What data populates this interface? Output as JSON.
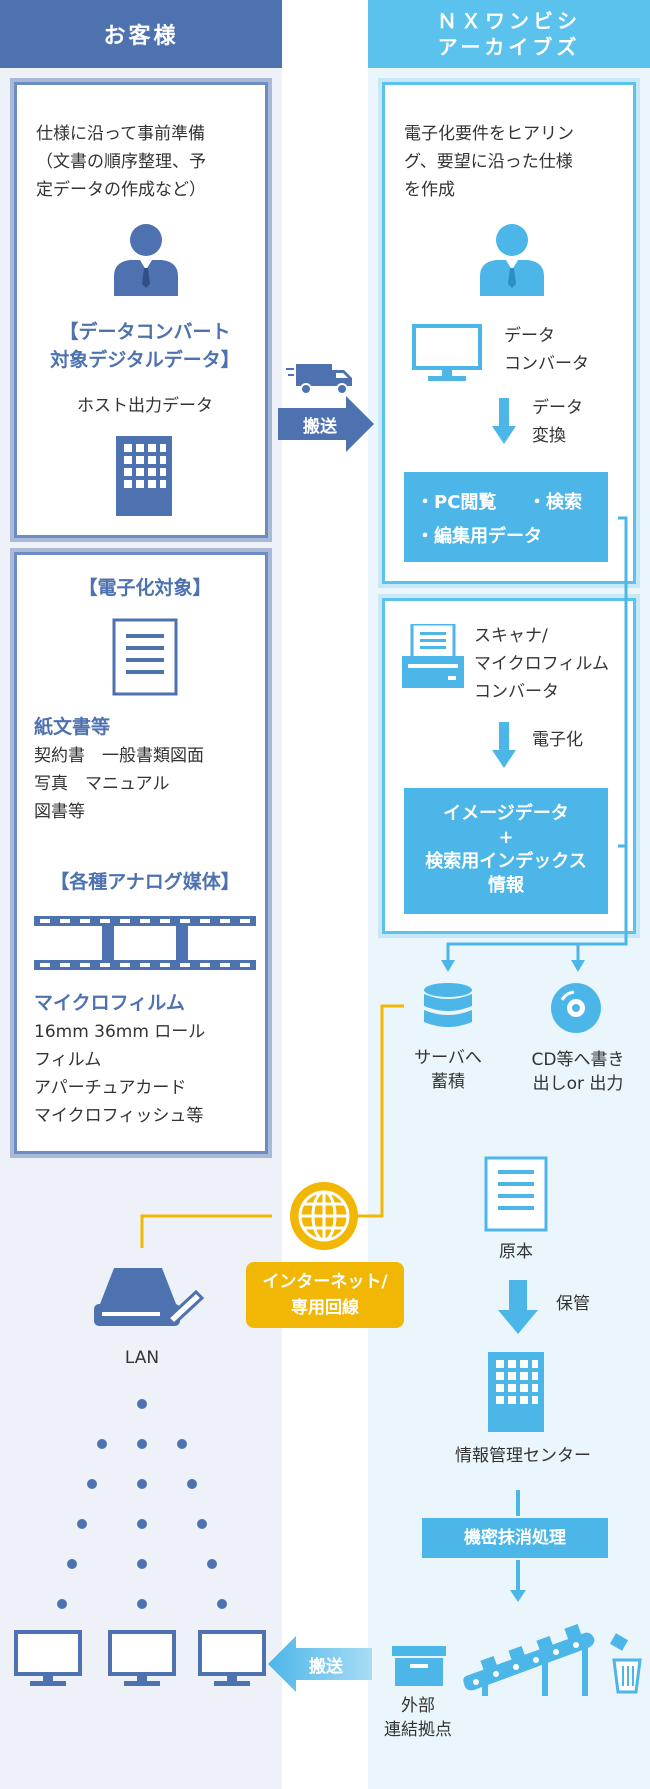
{
  "headers": {
    "customer": "お客様",
    "nx_line1": "ＮＸワンビシ",
    "nx_line2": "アーカイブズ"
  },
  "customer_block1": {
    "intro_line1": "仕様に沿って事前準備",
    "intro_line2": "（文書の順序整理、予",
    "intro_line3": "定データの作成など）",
    "title_line1": "【データコンバート",
    "title_line2": "対象デジタルデータ】",
    "item": "ホスト出力データ"
  },
  "customer_block2": {
    "title": "【電子化対象】",
    "paper_heading": "紙文書等",
    "paper_line1": "契約書　一般書類図面",
    "paper_line2": "写真　マニュアル",
    "paper_line3": "図書等",
    "analog_title": "【各種アナログ媒体】",
    "micro_heading": "マイクロフィルム",
    "micro_line1": "16mm 36mm ロール",
    "micro_line2": "フィルム",
    "micro_line3": "アパーチュアカード",
    "micro_line4": "マイクロフィッシュ等"
  },
  "transport_label": "搬送",
  "nx_block1": {
    "intro_line1": "電子化要件をヒアリン",
    "intro_line2": "グ、要望に沿った仕様",
    "intro_line3": "を作成",
    "converter_line1": "データ",
    "converter_line2": "コンバータ",
    "convert_line1": "データ",
    "convert_line2": "変換",
    "result_item1": "・PC閲覧",
    "result_item2": "・検索",
    "result_item3": "・編集用データ"
  },
  "nx_block2": {
    "scanner_line1": "スキャナ/",
    "scanner_line2": "マイクロフィルム",
    "scanner_line3": "コンバータ",
    "digitize": "電子化",
    "result_line1": "イメージデータ",
    "result_line2": "+",
    "result_line3": "検索用インデックス",
    "result_line4": "情報"
  },
  "server": {
    "line1": "サーバへ",
    "line2": "蓄積"
  },
  "cd": {
    "line1": "CD等へ書き",
    "line2": "出しor 出力"
  },
  "internet": {
    "line1": "インターネット/",
    "line2": "専用回線"
  },
  "lan": "LAN",
  "original": "原本",
  "storage": "保管",
  "info_center": "情報管理センター",
  "shred": "機密抹消処理",
  "outside_line1": "外部",
  "outside_line2": "連結拠点",
  "transport_label2": "搬送",
  "colors": {
    "navy": "#4e72b0",
    "sky": "#5bc2ee",
    "yellow": "#f2b705"
  }
}
